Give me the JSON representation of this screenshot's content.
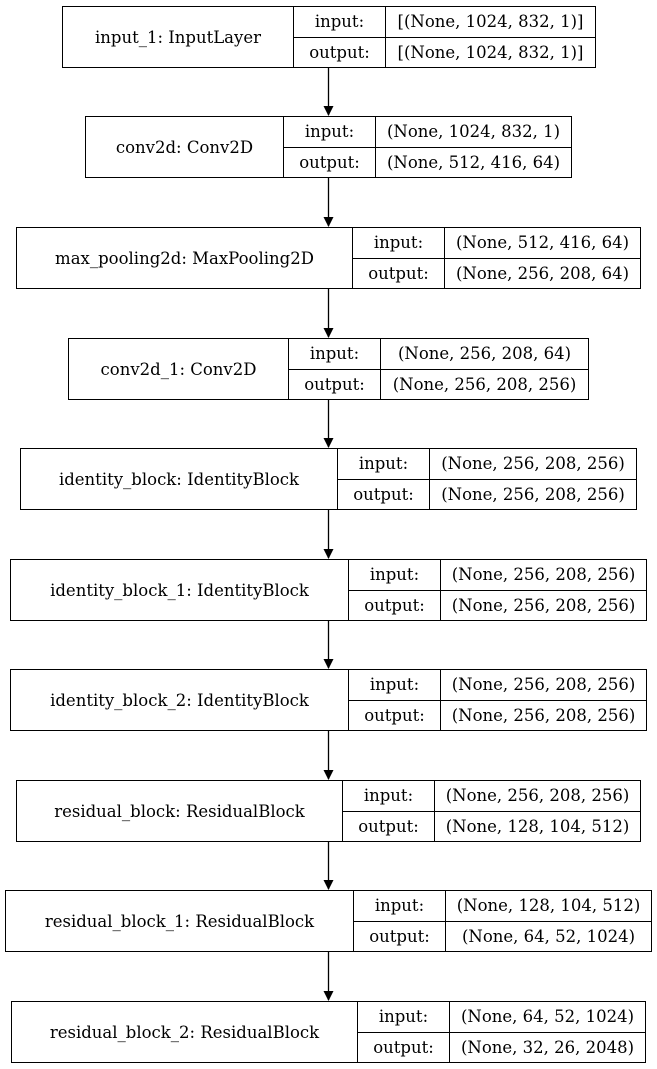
{
  "layers": [
    {
      "name": "input_1: InputLayer",
      "input_label": "input:",
      "output_label": "output:",
      "input_shape": "[(None, 1024, 832, 1)]",
      "output_shape": "[(None, 1024, 832, 1)]"
    },
    {
      "name": "conv2d: Conv2D",
      "input_label": "input:",
      "output_label": "output:",
      "input_shape": "(None, 1024, 832, 1)",
      "output_shape": "(None, 512, 416, 64)"
    },
    {
      "name": "max_pooling2d: MaxPooling2D",
      "input_label": "input:",
      "output_label": "output:",
      "input_shape": "(None, 512, 416, 64)",
      "output_shape": "(None, 256, 208, 64)"
    },
    {
      "name": "conv2d_1: Conv2D",
      "input_label": "input:",
      "output_label": "output:",
      "input_shape": "(None, 256, 208, 64)",
      "output_shape": "(None, 256, 208, 256)"
    },
    {
      "name": "identity_block: IdentityBlock",
      "input_label": "input:",
      "output_label": "output:",
      "input_shape": "(None, 256, 208, 256)",
      "output_shape": "(None, 256, 208, 256)"
    },
    {
      "name": "identity_block_1: IdentityBlock",
      "input_label": "input:",
      "output_label": "output:",
      "input_shape": "(None, 256, 208, 256)",
      "output_shape": "(None, 256, 208, 256)"
    },
    {
      "name": "identity_block_2: IdentityBlock",
      "input_label": "input:",
      "output_label": "output:",
      "input_shape": "(None, 256, 208, 256)",
      "output_shape": "(None, 256, 208, 256)"
    },
    {
      "name": "residual_block: ResidualBlock",
      "input_label": "input:",
      "output_label": "output:",
      "input_shape": "(None, 256, 208, 256)",
      "output_shape": "(None, 128, 104, 512)"
    },
    {
      "name": "residual_block_1: ResidualBlock",
      "input_label": "input:",
      "output_label": "output:",
      "input_shape": "(None, 128, 104, 512)",
      "output_shape": "(None, 64, 52, 1024)"
    },
    {
      "name": "residual_block_2: ResidualBlock",
      "input_label": "input:",
      "output_label": "output:",
      "input_shape": "(None, 64, 52, 1024)",
      "output_shape": "(None, 32, 26, 2048)"
    }
  ],
  "colors": {
    "stroke": "#000000",
    "background": "#ffffff"
  }
}
